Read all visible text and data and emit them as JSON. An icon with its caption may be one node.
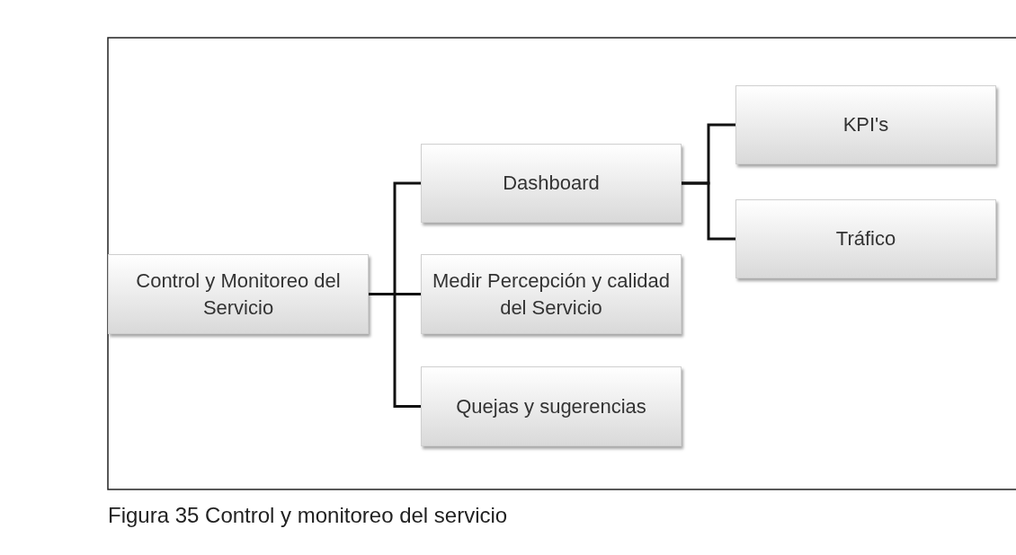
{
  "diagram": {
    "caption": "Figura 35 Control y monitoreo del servicio",
    "nodes": [
      {
        "text": [
          "Control y Monitoreo del Servicio"
        ]
      },
      {
        "text": [
          "Dashboard"
        ]
      },
      {
        "text": [
          "Medir Percepción y calidad del Servicio"
        ]
      },
      {
        "text": [
          "Quejas y sugerencias"
        ]
      },
      {
        "text": [
          "KPI's"
        ]
      },
      {
        "text": [
          "Tráfico"
        ]
      }
    ],
    "edges": [
      {
        "from": 0,
        "to": 1,
        "arrow": "none"
      },
      {
        "from": 0,
        "to": 2,
        "arrow": "none"
      },
      {
        "from": 0,
        "to": 3,
        "arrow": "none"
      },
      {
        "from": 1,
        "to": 4,
        "arrow": "none"
      },
      {
        "from": 1,
        "to": 5,
        "arrow": "none"
      }
    ]
  }
}
